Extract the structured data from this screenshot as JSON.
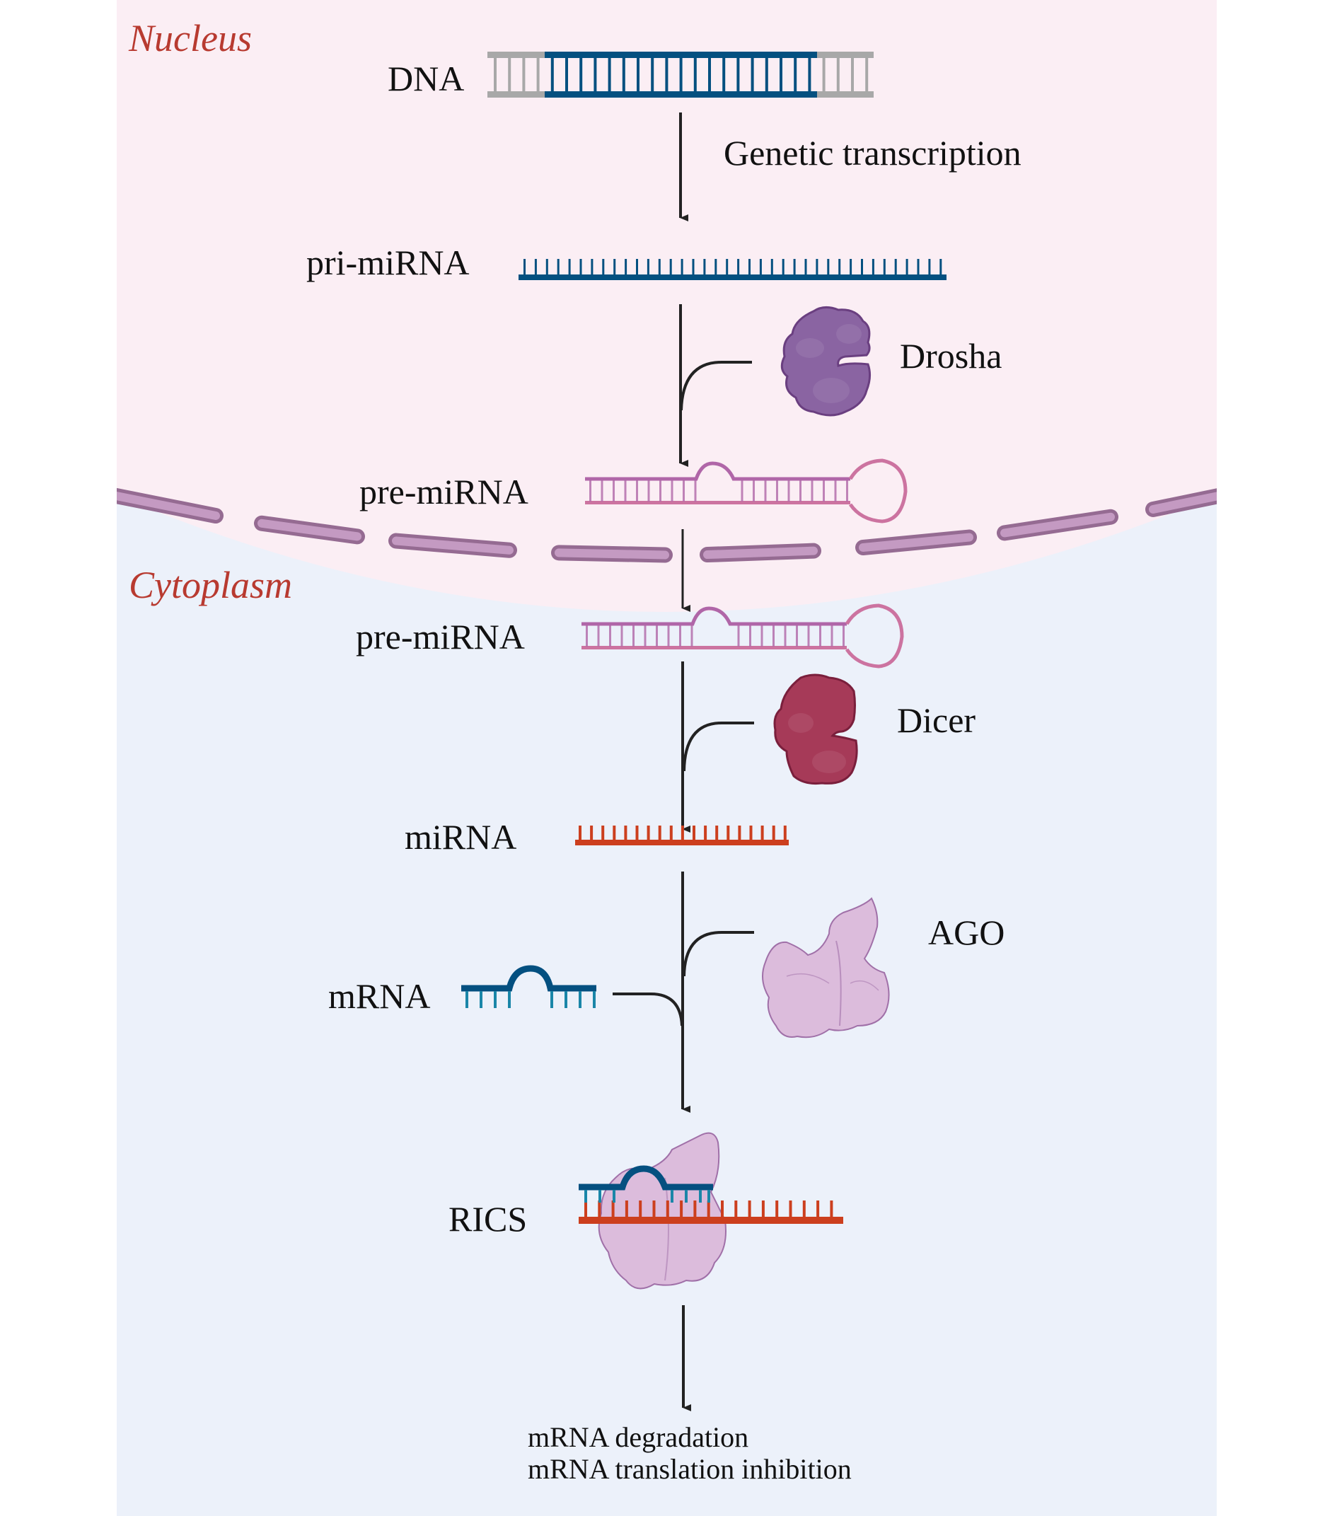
{
  "diagram": {
    "title": "miRNA biogenesis and gene silencing pathway",
    "colors": {
      "nucleus_bg": "#fbeef4",
      "cytoplasm_bg": "#ecf1fa",
      "region_label": "#b83a30",
      "membrane_fill": "#c49ac2",
      "membrane_stroke": "#956b92",
      "dna_blue": "#045080",
      "dna_gray": "#a8a8a8",
      "pre_mirna_top": "#b066a8",
      "pre_mirna_bottom": "#cc73a0",
      "mirna": "#cc3f1e",
      "mrna_backbone": "#045080",
      "mrna_ticks": "#1a86a8",
      "drosha": "#8a64a2",
      "dicer": "#a63a58",
      "ago": "#dcbcdc",
      "arrow": "#222222"
    },
    "regions": {
      "nucleus": "Nucleus",
      "cytoplasm": "Cytoplasm"
    },
    "molecules": {
      "dna": "DNA",
      "pri_mirna": "pri-miRNA",
      "pre_mirna_nuclear": "pre-miRNA",
      "pre_mirna_cytoplasmic": "pre-miRNA",
      "mirna": "miRNA",
      "mrna": "mRNA",
      "rics": "RICS"
    },
    "enzymes": {
      "drosha": "Drosha",
      "dicer": "Dicer",
      "ago": "AGO"
    },
    "steps": {
      "transcription": "Genetic transcription"
    },
    "outcomes": [
      "mRNA degradation",
      "mRNA translation inhibition"
    ]
  }
}
